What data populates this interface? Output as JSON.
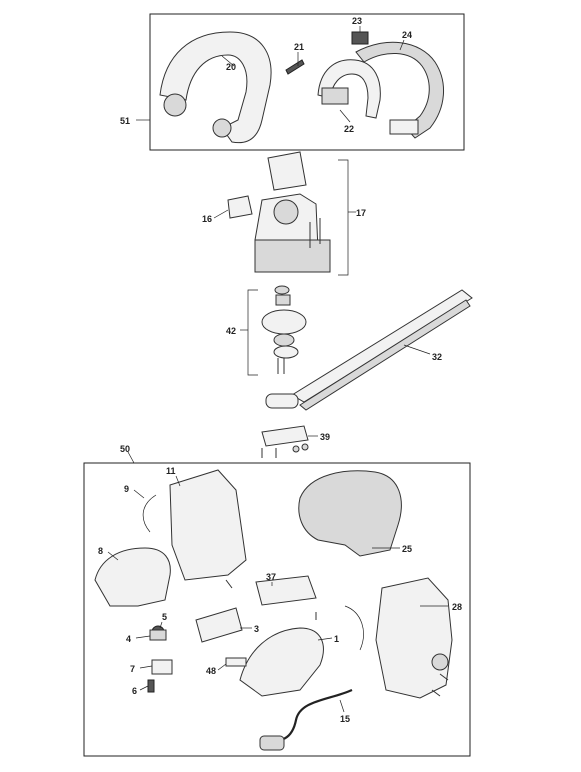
{
  "labels": {
    "p51": "51",
    "p20": "20",
    "p21": "21",
    "p23": "23",
    "p24": "24",
    "p22": "22",
    "p16": "16",
    "p17": "17",
    "p42": "42",
    "p32": "32",
    "p39": "39",
    "p50": "50",
    "p11": "11",
    "p9": "9",
    "p25": "25",
    "p8": "8",
    "p37": "37",
    "p28": "28",
    "p5": "5",
    "p4": "4",
    "p3": "3",
    "p1": "1",
    "p7": "7",
    "p48": "48",
    "p6": "6",
    "p15": "15"
  }
}
